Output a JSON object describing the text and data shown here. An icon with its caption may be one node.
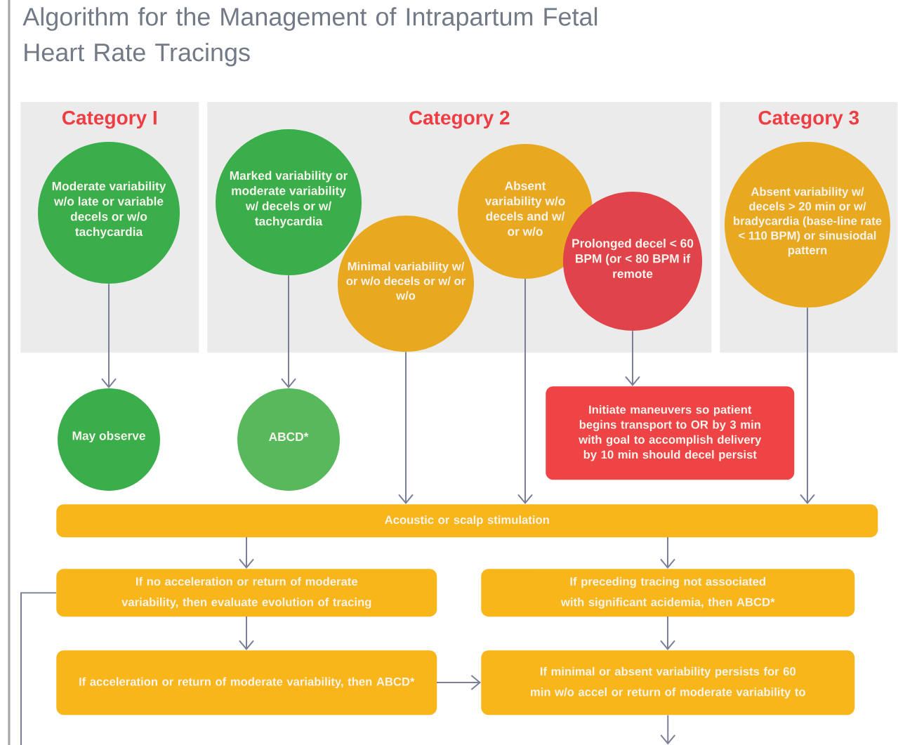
{
  "diagram": {
    "title": "Algorithm for the Management of Intrapartum Fetal Heart Rate Tracings",
    "nodes": [
      {
        "text": [
          "Category I"
        ]
      },
      {
        "text": [
          "Category 2"
        ]
      },
      {
        "text": [
          "Category 3"
        ]
      },
      {
        "text": [
          "Moderate variability w/o late or variable decels or w/o tachycardia"
        ],
        "in": 0
      },
      {
        "text": [
          "Marked variability or moderate variability w/ decels or w/ tachycardia"
        ],
        "in": 1
      },
      {
        "text": [
          "Minimal variability w/ or w/o decels or w/ or w/o"
        ],
        "in": 1
      },
      {
        "text": [
          "Absent variability w/o decels and w/ or w/o"
        ],
        "in": 1
      },
      {
        "text": [
          "Prolonged decel < 60 BPM (or < 80 BPM if remote"
        ],
        "in": 1
      },
      {
        "text": [
          "Absent variability w/ decels > 20 min or w/ bradycardia (base-line rate < 110 BPM) or sinusiodal pattern"
        ],
        "in": 2
      },
      {
        "text": [
          "May observe"
        ]
      },
      {
        "text": [
          "ABCD*"
        ]
      },
      {
        "text": [
          "Initiate maneuvers so patient begins transport to OR by 3 min with goal to accomplish delivery by 10 min should decel persist"
        ]
      },
      {
        "text": [
          "Acoustic or scalp stimulation"
        ]
      },
      {
        "text": [
          "If no acceleration or return of moderate variability, then evaluate evolution of tracing"
        ]
      },
      {
        "text": [
          "If preceding tracing not associated with significant acidemia, then ABCD*"
        ]
      },
      {
        "text": [
          "If acceleration or return of moderate variability, then ABCD*"
        ]
      },
      {
        "text": [
          "If minimal or absent variability persists for 60 min w/o accel or return of moderate variability to"
        ]
      }
    ],
    "edges": [
      {
        "from": 3,
        "to": 9,
        "arrow": "to"
      },
      {
        "from": 4,
        "to": 10,
        "arrow": "to"
      },
      {
        "from": 5,
        "to": 12,
        "arrow": "to"
      },
      {
        "from": 6,
        "to": 12,
        "arrow": "to"
      },
      {
        "from": 7,
        "to": 11,
        "arrow": "to"
      },
      {
        "from": 8,
        "to": 12,
        "arrow": "to"
      },
      {
        "from": 12,
        "to": 13,
        "arrow": "to"
      },
      {
        "from": 12,
        "to": 14,
        "arrow": "to"
      },
      {
        "from": 13,
        "to": 15,
        "arrow": "to"
      },
      {
        "from": 14,
        "to": 16,
        "arrow": "to"
      },
      {
        "from": 15,
        "to": 16,
        "arrow": "to"
      },
      {
        "from": 16,
        "to": null,
        "arrow": "to"
      },
      {
        "from": 13,
        "to": null,
        "arrow": "none"
      }
    ]
  }
}
